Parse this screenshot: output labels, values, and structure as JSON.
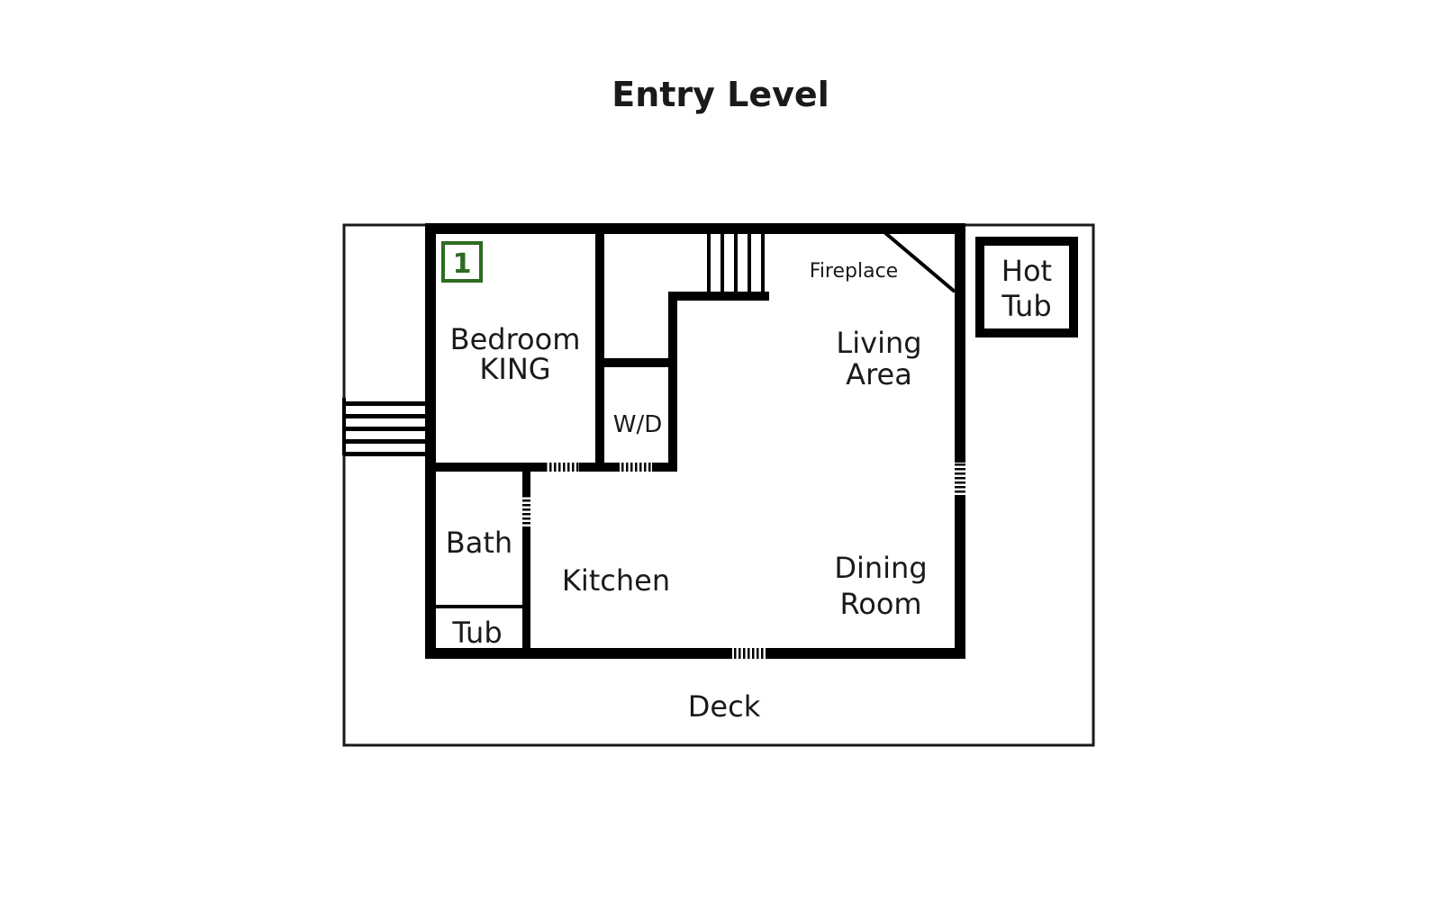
{
  "title": "Entry Level",
  "badge": {
    "number": "1",
    "color": "#2e6b22"
  },
  "rooms": {
    "bedroom_line1": "Bedroom",
    "bedroom_line2": "KING",
    "wd": "W/D",
    "fireplace": "Fireplace",
    "living_line1": "Living",
    "living_line2": "Area",
    "hottub_line1": "Hot",
    "hottub_line2": "Tub",
    "bath": "Bath",
    "tub": "Tub",
    "kitchen": "Kitchen",
    "dining_line1": "Dining",
    "dining_line2": "Room",
    "deck": "Deck"
  }
}
